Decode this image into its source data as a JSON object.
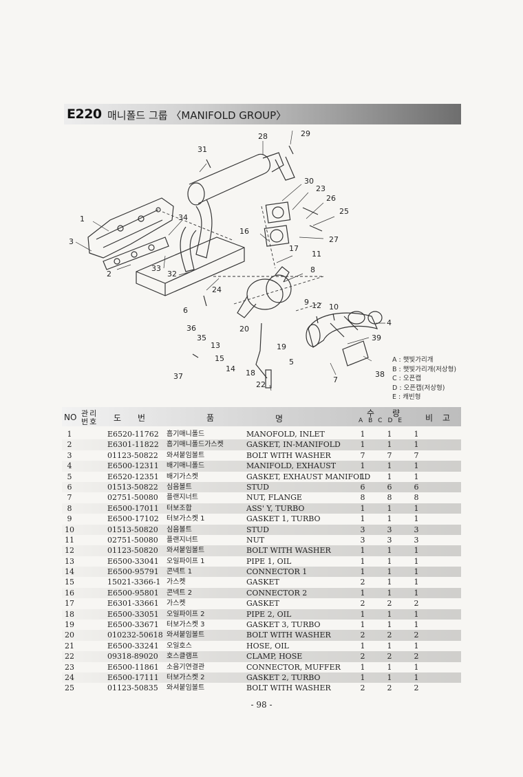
{
  "header": {
    "code": "E220",
    "title": "매니폴드 그룹 〈MANIFOLD GROUP〉"
  },
  "callouts": [
    "1",
    "2",
    "3",
    "5",
    "6",
    "7",
    "8",
    "9",
    "10",
    "11",
    "12",
    "13",
    "14",
    "15",
    "16",
    "17",
    "18",
    "19",
    "20",
    "22",
    "23",
    "24",
    "25",
    "26",
    "27",
    "28",
    "29",
    "30",
    "31",
    "32",
    "33",
    "34",
    "35",
    "36",
    "37",
    "38",
    "39",
    "4"
  ],
  "legend": [
    "A : 햇빛가리개",
    "B : 햇빛가리개(저상형)",
    "C : 오픈캡",
    "D : 오픈캡(저상형)",
    "E : 캐빈형"
  ],
  "table": {
    "headers": {
      "no": "NO",
      "mgmt_top": "관리",
      "mgmt_bottom": "번호",
      "part_number": "도번",
      "name_a": "품",
      "name_b": "명",
      "qty": "수량",
      "qty_cols": "ABCDE",
      "remark": "비고"
    },
    "rows": [
      {
        "no": "1",
        "pn": "E6520-11762",
        "kr": "흡기매니폴드",
        "en": "MANOFOLD, INLET",
        "a": "1",
        "b": "1",
        "c": "1"
      },
      {
        "no": "2",
        "pn": "E6301-11822",
        "kr": "흡기매니폴드가스켓",
        "en": "GASKET, IN-MANIFOLD",
        "a": "1",
        "b": "1",
        "c": "1"
      },
      {
        "no": "3",
        "pn": "01123-50822",
        "kr": "와셔붙임볼트",
        "en": "BOLT WITH WASHER",
        "a": "7",
        "b": "7",
        "c": "7"
      },
      {
        "no": "4",
        "pn": "E6500-12311",
        "kr": "배기매니폴드",
        "en": "MANIFOLD, EXHAUST",
        "a": "1",
        "b": "1",
        "c": "1"
      },
      {
        "no": "5",
        "pn": "E6520-12351",
        "kr": "배기가스켓",
        "en": "GASKET, EXHAUST MANIFOLD",
        "a": "1",
        "b": "1",
        "c": "1"
      },
      {
        "no": "6",
        "pn": "01513-50822",
        "kr": "심음볼트",
        "en": "STUD",
        "a": "6",
        "b": "6",
        "c": "6"
      },
      {
        "no": "7",
        "pn": "02751-50080",
        "kr": "플랜지너트",
        "en": "NUT, FLANGE",
        "a": "8",
        "b": "8",
        "c": "8"
      },
      {
        "no": "8",
        "pn": "E6500-17011",
        "kr": "터보조합",
        "en": "ASS' Y, TURBO",
        "a": "1",
        "b": "1",
        "c": "1"
      },
      {
        "no": "9",
        "pn": "E6500-17102",
        "kr": "터보가스켓 1",
        "en": "GASKET 1, TURBO",
        "a": "1",
        "b": "1",
        "c": "1"
      },
      {
        "no": "10",
        "pn": "01513-50820",
        "kr": "심음볼트",
        "en": "STUD",
        "a": "3",
        "b": "3",
        "c": "3"
      },
      {
        "no": "11",
        "pn": "02751-50080",
        "kr": "플랜지너트",
        "en": "NUT",
        "a": "3",
        "b": "3",
        "c": "3"
      },
      {
        "no": "12",
        "pn": "01123-50820",
        "kr": "와셔붙임볼트",
        "en": "BOLT WITH WASHER",
        "a": "1",
        "b": "1",
        "c": "1"
      },
      {
        "no": "13",
        "pn": "E6500-33041",
        "kr": "오일파이프 1",
        "en": "PIPE 1, OIL",
        "a": "1",
        "b": "1",
        "c": "1"
      },
      {
        "no": "14",
        "pn": "E6500-95791",
        "kr": "콘넥트 1",
        "en": "CONNECTOR 1",
        "a": "1",
        "b": "1",
        "c": "1"
      },
      {
        "no": "15",
        "pn": "15021-3366-1",
        "kr": "가스켓",
        "en": "GASKET",
        "a": "2",
        "b": "1",
        "c": "1"
      },
      {
        "no": "16",
        "pn": "E6500-95801",
        "kr": "콘넥트 2",
        "en": "CONNECTOR 2",
        "a": "1",
        "b": "1",
        "c": "1"
      },
      {
        "no": "17",
        "pn": "E6301-33661",
        "kr": "가스켓",
        "en": "GASKET",
        "a": "2",
        "b": "2",
        "c": "2"
      },
      {
        "no": "18",
        "pn": "E6500-33051",
        "kr": "오일파이프 2",
        "en": "PIPE 2, OIL",
        "a": "1",
        "b": "1",
        "c": "1"
      },
      {
        "no": "19",
        "pn": "E6500-33671",
        "kr": "터보가스켓 3",
        "en": "GASKET 3, TURBO",
        "a": "1",
        "b": "1",
        "c": "1"
      },
      {
        "no": "20",
        "pn": "010232-50618",
        "kr": "와셔붙임볼트",
        "en": "BOLT WITH WASHER",
        "a": "2",
        "b": "2",
        "c": "2"
      },
      {
        "no": "21",
        "pn": "E6500-33241",
        "kr": "오일호스",
        "en": "HOSE, OIL",
        "a": "1",
        "b": "1",
        "c": "1"
      },
      {
        "no": "22",
        "pn": "09318-89020",
        "kr": "호스클램프",
        "en": "CLAMP, HOSE",
        "a": "2",
        "b": "2",
        "c": "2"
      },
      {
        "no": "23",
        "pn": "E6500-11861",
        "kr": "소음기연결관",
        "en": "CONNECTOR, MUFFER",
        "a": "1",
        "b": "1",
        "c": "1"
      },
      {
        "no": "24",
        "pn": "E6500-17111",
        "kr": "터보가스켓 2",
        "en": "GASKET 2, TURBO",
        "a": "1",
        "b": "1",
        "c": "1"
      },
      {
        "no": "25",
        "pn": "01123-50835",
        "kr": "와셔붙임볼트",
        "en": "BOLT WITH WASHER",
        "a": "2",
        "b": "2",
        "c": "2"
      }
    ]
  },
  "footer": {
    "page": "- 98 -"
  }
}
